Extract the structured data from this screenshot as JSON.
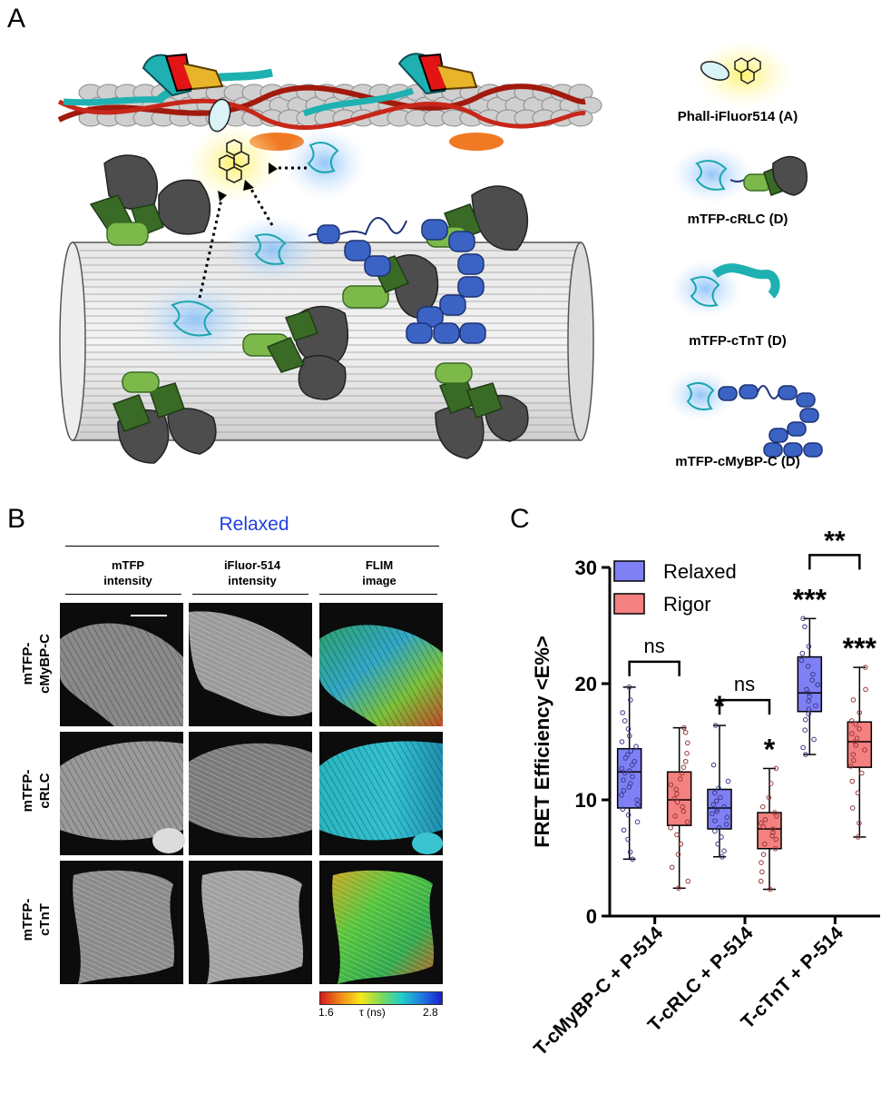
{
  "panels": {
    "a_label": "A",
    "b_label": "B",
    "c_label": "C"
  },
  "panel_a": {
    "legend": [
      "Phall-iFluor514 (A)",
      "mTFP-cRLC (D)",
      "mTFP-cTnT (D)",
      "mTFP-cMyBP-C (D)"
    ],
    "colors": {
      "myosin_head": "#4d4d4d",
      "light_chain_dark": "#3a6b26",
      "light_chain_light": "#7cb94a",
      "mybpc": "#3b63c4",
      "tnt": "#1fb1b1",
      "actin_strand": "#b81d10",
      "glow_blue": "#9cc8f5",
      "glow_yellow": "#fff27a"
    }
  },
  "panel_b": {
    "condition": "Relaxed",
    "columns": [
      "mTFP\nintensity",
      "iFluor-514\nintensity",
      "FLIM\nimage"
    ],
    "rows": [
      "mTFP-\ncMyBP-C",
      "mTFP-\ncRLC",
      "mTFP-\ncTnT"
    ],
    "colorbar": {
      "min_label": "1.6",
      "mid_label": "τ (ns)",
      "max_label": "2.8"
    }
  },
  "chart_data": {
    "type": "box",
    "ylabel": "FRET Efficiency <E%>",
    "ylim": [
      0,
      30
    ],
    "yticks": [
      0,
      10,
      20,
      30
    ],
    "categories": [
      "T-cMyBP-C + P-514",
      "T-cRLC + P-514",
      "T-cTnT + P-514"
    ],
    "legend": {
      "position": "top-left"
    },
    "series": [
      {
        "name": "Relaxed",
        "color": "#8080f5",
        "boxes": [
          {
            "min": 4.9,
            "q1": 9.3,
            "median": 12.4,
            "q3": 14.4,
            "max": 19.7
          },
          {
            "min": 5.1,
            "q1": 7.5,
            "median": 9.3,
            "q3": 10.9,
            "max": 16.4
          },
          {
            "min": 13.9,
            "q1": 17.6,
            "median": 19.2,
            "q3": 22.3,
            "max": 25.6
          }
        ],
        "points": [
          [
            19.7,
            18.6,
            17.5,
            16.8,
            16.1,
            15.5,
            15.0,
            14.6,
            14.2,
            13.9,
            13.6,
            13.3,
            13.0,
            12.7,
            12.5,
            12.3,
            12.0,
            11.7,
            11.4,
            11.1,
            10.8,
            10.4,
            10.0,
            9.6,
            9.2,
            8.7,
            8.1,
            7.4,
            6.6,
            5.5,
            4.9
          ],
          [
            16.4,
            13.0,
            11.6,
            11.0,
            10.6,
            10.2,
            9.9,
            9.6,
            9.4,
            9.2,
            9.0,
            8.8,
            8.5,
            8.2,
            7.9,
            7.6,
            7.3,
            6.8,
            6.2,
            5.6,
            5.1
          ],
          [
            25.6,
            24.9,
            23.2,
            22.6,
            22.0,
            21.5,
            20.8,
            20.3,
            19.9,
            19.5,
            19.2,
            18.9,
            18.5,
            18.1,
            17.8,
            17.4,
            16.9,
            16.0,
            15.2,
            14.5,
            13.9
          ]
        ]
      },
      {
        "name": "Rigor",
        "color": "#f58080",
        "boxes": [
          {
            "min": 2.4,
            "q1": 7.8,
            "median": 10.0,
            "q3": 12.4,
            "max": 16.2
          },
          {
            "min": 2.3,
            "q1": 5.8,
            "median": 7.5,
            "q3": 8.9,
            "max": 12.7
          },
          {
            "min": 6.8,
            "q1": 12.8,
            "median": 15.0,
            "q3": 16.7,
            "max": 21.4
          }
        ],
        "points": [
          [
            16.2,
            15.8,
            14.9,
            14.0,
            13.3,
            12.8,
            12.3,
            11.8,
            11.3,
            10.9,
            10.5,
            10.1,
            9.8,
            9.4,
            9.0,
            8.6,
            8.1,
            7.6,
            7.0,
            6.2,
            5.3,
            4.2,
            3.0,
            2.4
          ],
          [
            12.7,
            11.4,
            10.2,
            9.4,
            8.9,
            8.6,
            8.3,
            8.0,
            7.7,
            7.5,
            7.2,
            6.9,
            6.6,
            6.2,
            5.8,
            5.3,
            4.6,
            3.8,
            3.0,
            2.3
          ],
          [
            21.4,
            19.5,
            18.6,
            17.5,
            16.8,
            16.5,
            16.1,
            15.7,
            15.3,
            15.0,
            14.7,
            14.3,
            13.9,
            13.4,
            12.9,
            12.3,
            11.6,
            10.6,
            9.3,
            8.0,
            6.8
          ]
        ]
      }
    ],
    "annotations": {
      "brackets": [
        {
          "group": 0,
          "label": "ns"
        },
        {
          "group": 1,
          "label": "ns"
        },
        {
          "group": 2,
          "label": "**"
        }
      ],
      "stars": [
        {
          "group": 1,
          "series": 0,
          "label": "*"
        },
        {
          "group": 1,
          "series": 1,
          "label": "*"
        },
        {
          "group": 2,
          "series": 0,
          "label": "***"
        },
        {
          "group": 2,
          "series": 1,
          "label": "***"
        }
      ]
    }
  }
}
